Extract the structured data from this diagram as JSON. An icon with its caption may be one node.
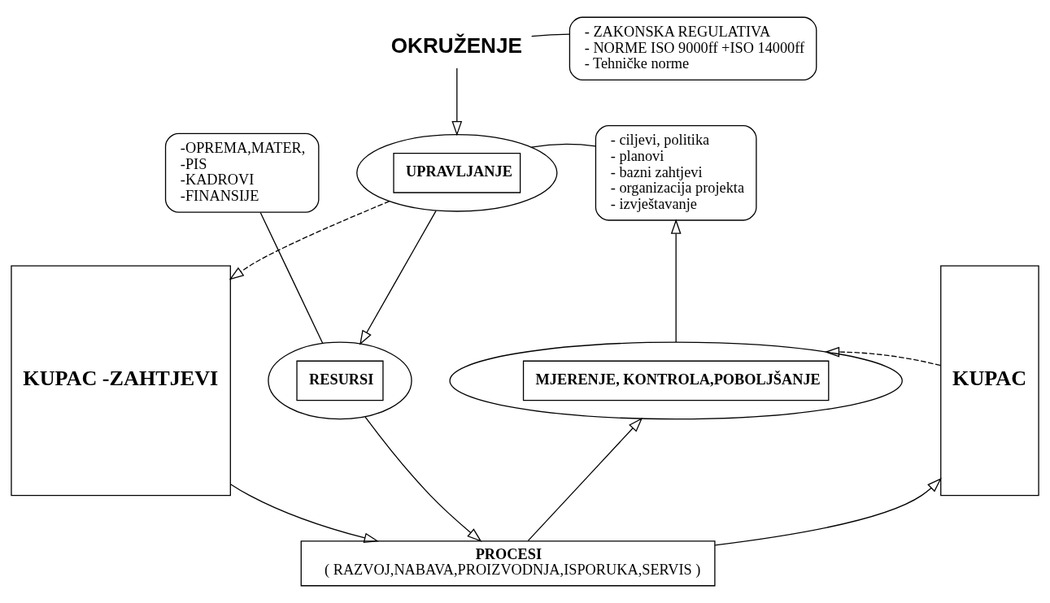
{
  "diagram": {
    "nodes": [
      {
        "text": [
          "OKRUŽENJE"
        ]
      },
      {
        "text": [
          "- ZAKONSKA REGULATIVA",
          "- NORME ISO 9000ff +ISO 14000ff",
          "- Tehničke norme"
        ]
      },
      {
        "text": [
          "KUPAC -ZAHTJEVI"
        ]
      },
      {
        "text": [
          "-OPREMA,MATER,",
          "-PIS",
          "-KADROVI",
          "-FINANSIJE"
        ]
      },
      {
        "text": [
          "UPRAVLJANJE"
        ]
      },
      {
        "text": [
          "- ciljevi, politika",
          "- planovi",
          "- bazni zahtjevi",
          "- organizacija projekta",
          "- izvještavanje"
        ]
      },
      {
        "text": [
          "KUPAC"
        ]
      },
      {
        "text": [
          "RESURSI"
        ]
      },
      {
        "text": [
          "MJERENJE, KONTROLA,POBOLJŠANJE"
        ]
      },
      {
        "text": [
          "PROCESI",
          "( RAZVOJ,NABAVA,PROIZVODNJA,ISPORUKA,SERVIS )"
        ]
      }
    ],
    "edges": [
      {
        "from": 1,
        "to": 0,
        "arrow": "none"
      },
      {
        "from": 0,
        "to": 4,
        "arrow": "to"
      },
      {
        "from": 4,
        "to": 2,
        "arrow": "to",
        "style": "dashed"
      },
      {
        "from": 3,
        "to": 7,
        "arrow": "none"
      },
      {
        "from": 5,
        "to": 4,
        "arrow": "none"
      },
      {
        "from": 4,
        "to": 7,
        "arrow": "to"
      },
      {
        "from": 6,
        "to": 8,
        "arrow": "to",
        "style": "dashed"
      },
      {
        "from": 8,
        "to": 5,
        "arrow": "to"
      },
      {
        "from": 7,
        "to": 9,
        "arrow": "to"
      },
      {
        "from": 2,
        "to": 9,
        "arrow": "to"
      },
      {
        "from": 9,
        "to": 8,
        "arrow": "to"
      },
      {
        "from": 9,
        "to": 6,
        "arrow": "to"
      }
    ]
  }
}
